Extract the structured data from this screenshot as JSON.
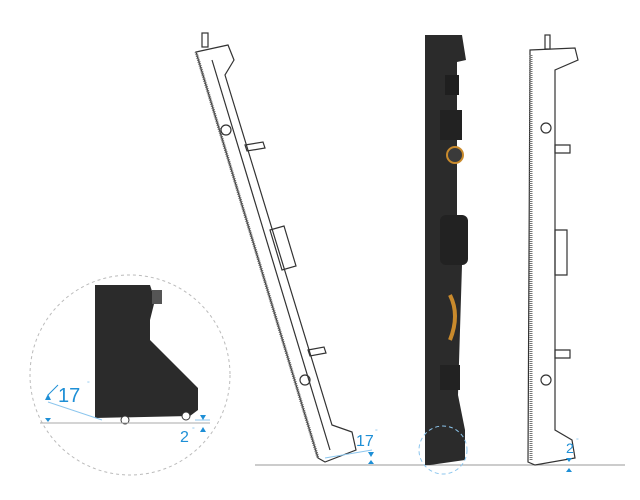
{
  "diagram": {
    "detail_view": {
      "tilt_angle_label": "17",
      "tilt_angle_unit": "°",
      "base_angle_label": "2",
      "base_angle_unit": "°"
    },
    "tilted_cabinet": {
      "tilt_angle_label": "17",
      "tilt_angle_unit": "°"
    },
    "upright_cabinet": {
      "base_angle_label": "2",
      "base_angle_unit": "°"
    },
    "colors": {
      "annotation": "#1e8fd6",
      "cabinet_body": "#2b2b2b",
      "outline": "#333333",
      "ground": "#999999"
    }
  }
}
